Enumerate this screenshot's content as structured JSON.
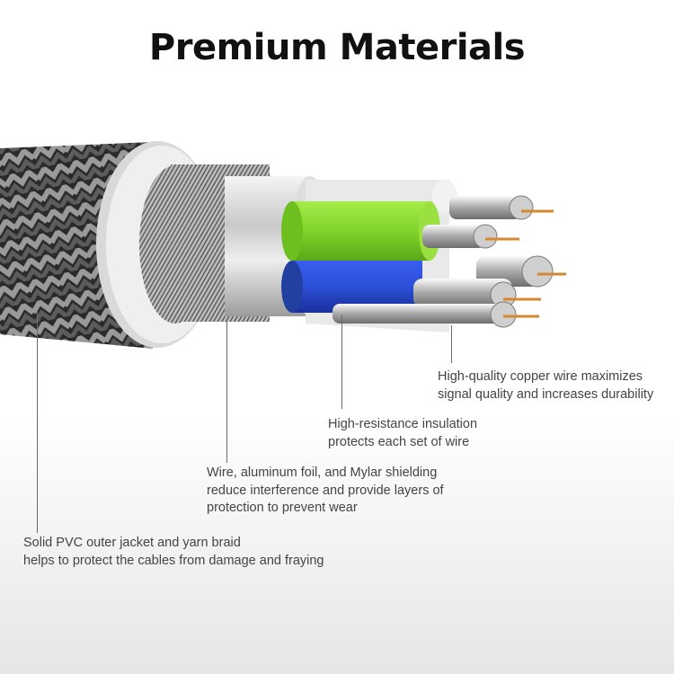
{
  "title": "Premium Materials",
  "colors": {
    "background_top": "#ffffff",
    "background_bottom": "#e6e6e6",
    "title_text": "#111111",
    "callout_text": "#444444",
    "leader_line": "#6a6a6a",
    "green_insulation": "#7fd42a",
    "blue_insulation": "#2b4fd6",
    "copper": "#d4892e",
    "braid_dark": "#2a2a2a",
    "braid_light": "#9a9a9a"
  },
  "illustration": {
    "subject": "braided-usb-cable-cross-section",
    "layers": [
      "braided-yarn-jacket",
      "pvc-outer-ring",
      "wire-braid-shield",
      "aluminum-foil-shield",
      "green-insulated-pair",
      "blue-insulated-pair",
      "copper-wire-strands"
    ]
  },
  "callouts": [
    {
      "id": "copper",
      "lines": [
        "High-quality copper wire maximizes",
        "signal quality and increases durability"
      ]
    },
    {
      "id": "insulation",
      "lines": [
        "High-resistance insulation",
        "protects each set of wire"
      ]
    },
    {
      "id": "shielding",
      "lines": [
        "Wire, aluminum foil, and Mylar shielding",
        "reduce interference and provide layers of",
        "protection to prevent wear"
      ]
    },
    {
      "id": "jacket",
      "lines": [
        "Solid PVC outer jacket and yarn braid",
        "helps to protect the cables from damage and fraying"
      ]
    }
  ]
}
